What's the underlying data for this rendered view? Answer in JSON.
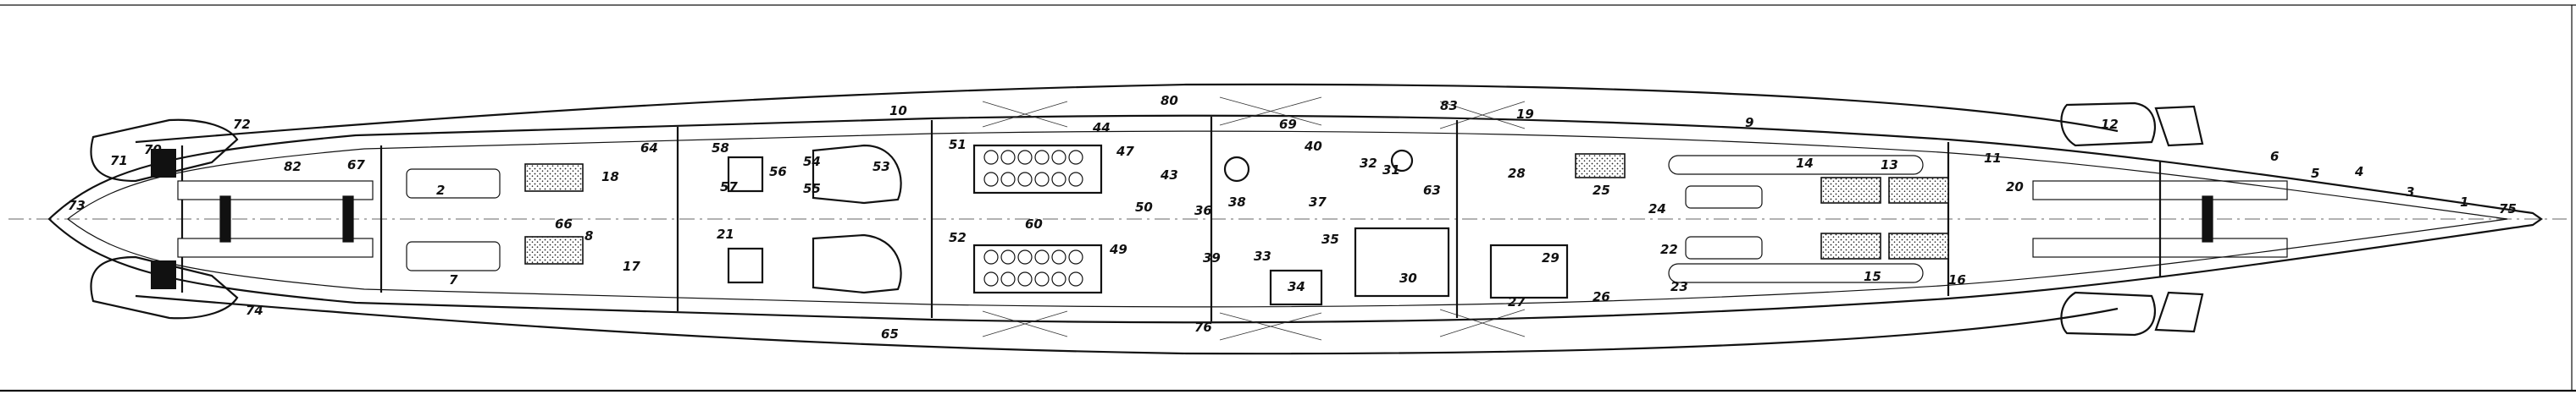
{
  "labels": {
    "l1": "71",
    "l2": "70",
    "l3": "72",
    "l4": "73",
    "l5": "82",
    "l6": "67",
    "l7": "2",
    "l8": "7",
    "l9": "10",
    "l10": "64",
    "l11": "66",
    "l12": "18",
    "l13": "8",
    "l14": "17",
    "l15": "58",
    "l16": "56",
    "l17": "53",
    "l18": "54",
    "l19": "55",
    "l20": "57",
    "l21": "21",
    "l22": "51",
    "l23": "52",
    "l24": "47",
    "l25": "60",
    "l26": "34",
    "l27": "40",
    "l28": "32",
    "l29": "31",
    "l30": "33",
    "l31": "35",
    "l32": "30",
    "l33": "63",
    "l34": "28",
    "l35": "25",
    "l36": "26",
    "l37": "27",
    "l38": "13",
    "l39": "15",
    "l40": "14",
    "l41": "12",
    "l42": "11",
    "l43": "20",
    "l44": "5",
    "l45": "4",
    "l46": "3",
    "l47": "1",
    "l48": "75",
    "l49": "76",
    "l50": "69",
    "l51": "80",
    "l52": "83",
    "l53": "65",
    "l54": "74",
    "l55": "19",
    "l56": "36",
    "l57": "38",
    "l58": "39",
    "l59": "22",
    "l60": "24",
    "l61": "9",
    "l62": "6",
    "l63": "16",
    "l64": "44",
    "l65": "29",
    "l66": "37",
    "l67": "23",
    "l68": "50",
    "l69": "49",
    "l70": "43"
  }
}
